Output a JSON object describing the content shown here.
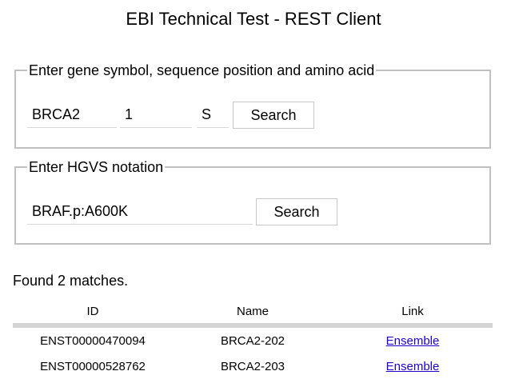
{
  "page": {
    "title": "EBI Technical Test - REST Client"
  },
  "gene_search": {
    "legend": "Enter gene symbol, sequence position and amino acid",
    "gene_value": "BRCA2",
    "position_value": "1",
    "amino_acid_value": "S",
    "button_label": "Search"
  },
  "hgvs_search": {
    "legend": "Enter HGVS notation",
    "hgvs_value": "BRAF.p:A600K",
    "button_label": "Search"
  },
  "results": {
    "summary": "Found 2 matches.",
    "columns": [
      "ID",
      "Name",
      "Link"
    ],
    "rows": [
      {
        "id": "ENST00000470094",
        "name": "BRCA2-202",
        "link": "Ensemble"
      },
      {
        "id": "ENST00000528762",
        "name": "BRCA2-203",
        "link": "Ensemble"
      }
    ]
  },
  "colors": {
    "link": "#2200cc",
    "border": "#c0c0c0"
  }
}
